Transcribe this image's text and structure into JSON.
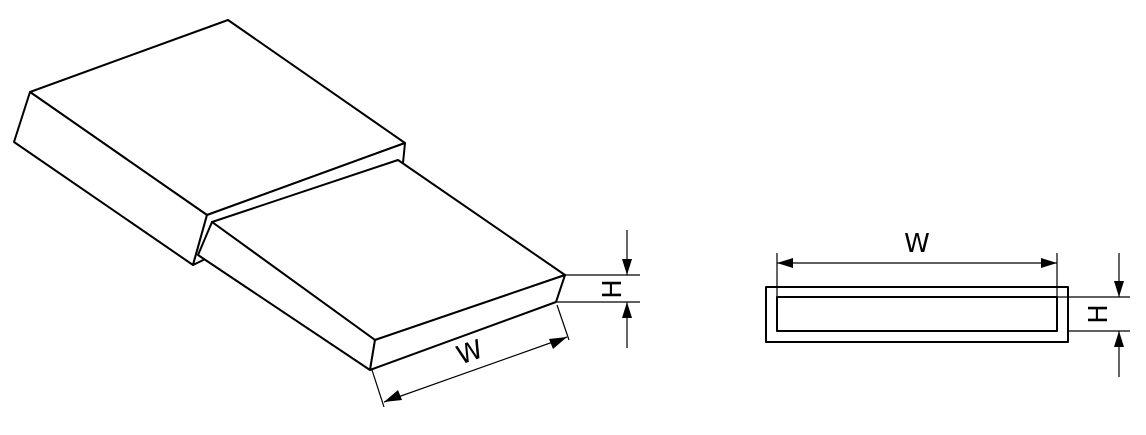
{
  "labels": {
    "iso_width": "W",
    "iso_height": "H",
    "section_width": "W",
    "section_height": "H"
  }
}
